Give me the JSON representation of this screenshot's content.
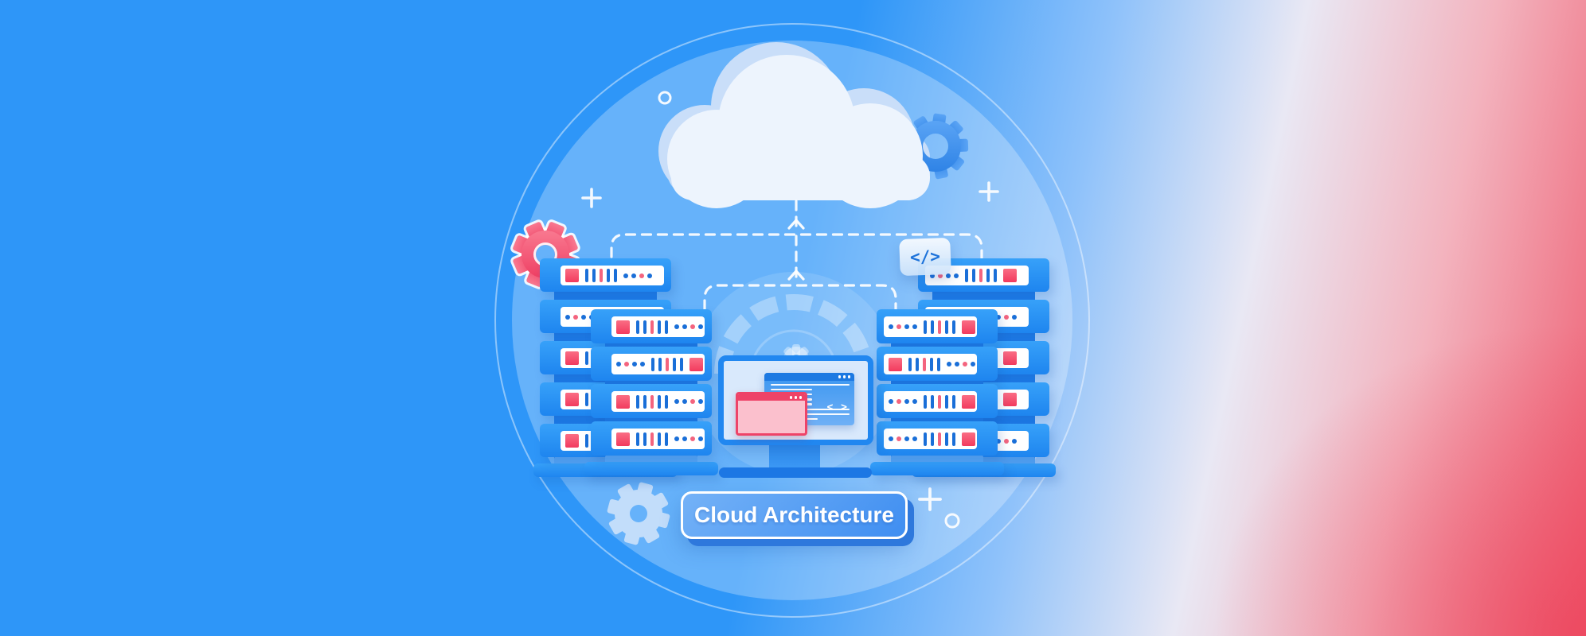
{
  "scene": {
    "title_badge": {
      "label": "Cloud Architecture"
    },
    "code_badge": {
      "text": "</>"
    },
    "monitor": {
      "code_glyph": "< >"
    }
  },
  "palette": {
    "background_blue": "#2e96f8",
    "background_pink": "#ee5b6f",
    "cloud_front": "#edf4fd",
    "cloud_back": "#c9def9",
    "server_gradient_top": "#37a1f9",
    "server_gradient_bottom": "#1e85ef",
    "server_spine": "#1e7ce8",
    "server_base_lip": "#57a7f6",
    "panel_white": "#ffffff",
    "chip_red_top": "#fa6d84",
    "chip_red_bottom": "#f23a5e",
    "bar_blue": "#1a6fd8",
    "bar_pink": "#f4647e",
    "monitor_frame": "#2187f0",
    "monitor_screen": "#d9e9fc",
    "monitor_base": "#1c77e4",
    "window_blue_title": "#1c79e2",
    "window_blue_top": "#3b96f0",
    "window_blue_bottom": "#6fb0f6",
    "window_pink_accent": "#ee4368",
    "window_pink_body": "#fbc0cd",
    "badge_text_blue": "#1c72da",
    "label_gradient_top": "#74b2f7",
    "label_gradient_bottom": "#3f8ef1",
    "label_shadow": "#2e78dc",
    "gear_blue_1": "#5aa4f5",
    "gear_blue_2": "#2f83e6",
    "gear_pink_1": "#f97990",
    "gear_pink_2": "#ee3f63",
    "gear_light": "#d3e5fb",
    "connector_white": "#ffffff"
  },
  "server_groups": {
    "left": {
      "back_rows": [
        "square_first",
        "dots_first",
        "square_first",
        "square_first",
        "square_first"
      ],
      "front_rows": [
        "square_first",
        "dots_first",
        "square_first",
        "square_first"
      ]
    },
    "right": {
      "back_rows": [
        "dots_first",
        "square_first",
        "dots_first",
        "dots_first",
        "square_first"
      ],
      "front_rows": [
        "dots_first",
        "square_first",
        "dots_first",
        "dots_first"
      ]
    }
  },
  "patterns": {
    "bars": [
      "blue",
      "blue",
      "pink",
      "blue",
      "blue"
    ],
    "dots_square_first": [
      "blue",
      "blue",
      "pink",
      "blue"
    ],
    "dots_dots_first": [
      "blue",
      "pink",
      "blue",
      "blue"
    ]
  }
}
